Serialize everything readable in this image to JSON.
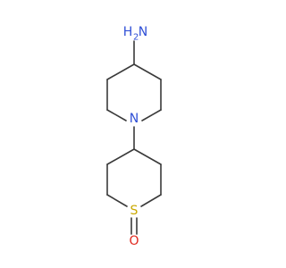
{
  "molecule": {
    "atoms": {
      "amine_h": {
        "text": "H",
        "color": "#2f4fd6"
      },
      "amine_h_count": {
        "text": "2",
        "color": "#2f4fd6"
      },
      "amine_n": {
        "text": "N",
        "color": "#2f4fd6"
      },
      "ring_n": {
        "text": "N",
        "color": "#2f4fd6"
      },
      "sulfur": {
        "text": "S",
        "color": "#c9a800"
      },
      "oxygen": {
        "text": "O",
        "color": "#e0261b"
      }
    }
  }
}
